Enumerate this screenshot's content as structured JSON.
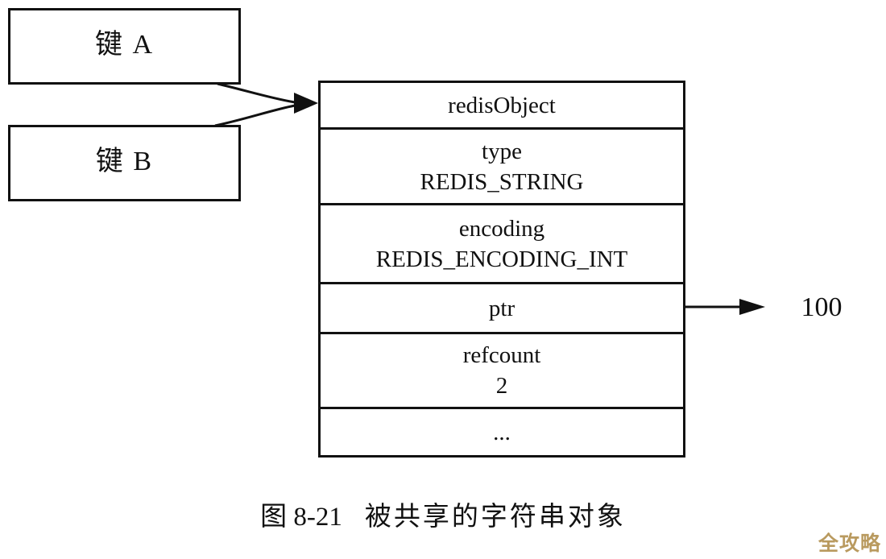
{
  "keys": [
    {
      "label": "键 A"
    },
    {
      "label": "键 B"
    }
  ],
  "object_table": {
    "rows": [
      {
        "lines": [
          "redisObject"
        ]
      },
      {
        "lines": [
          "type",
          "REDIS_STRING"
        ]
      },
      {
        "lines": [
          "encoding",
          "REDIS_ENCODING_INT"
        ]
      },
      {
        "lines": [
          "ptr"
        ]
      },
      {
        "lines": [
          "refcount",
          "2"
        ]
      },
      {
        "lines": [
          "..."
        ]
      }
    ]
  },
  "pointer": {
    "value": "100"
  },
  "caption": {
    "figure_label": "图 8-21",
    "title": "被共享的字符串对象"
  },
  "watermark": {
    "text": "全攻略"
  },
  "colors": {
    "line": "#111111",
    "background": "#ffffff",
    "watermark": "#b2904e"
  }
}
